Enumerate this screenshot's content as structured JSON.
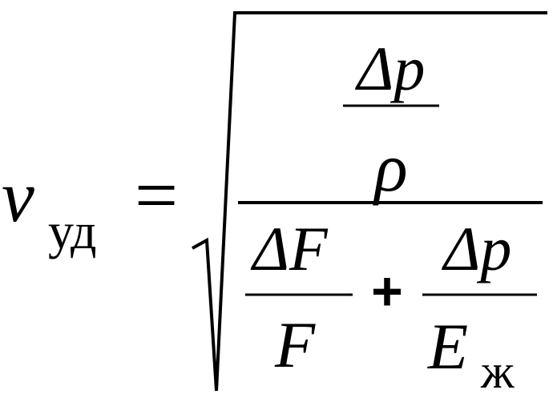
{
  "formula": {
    "lhs": {
      "symbol": "v",
      "subscript": "уд"
    },
    "equals": "=",
    "numerator": {
      "top": "Δp",
      "bottom": "ρ"
    },
    "denominator": {
      "term1_top": "ΔF",
      "term1_bottom": "F",
      "plus": "+",
      "term2_top": "Δp",
      "term2_bottom": "E",
      "term2_bottom_subscript": "ж"
    }
  },
  "colors": {
    "ink": "#000000",
    "background": "#ffffff"
  }
}
